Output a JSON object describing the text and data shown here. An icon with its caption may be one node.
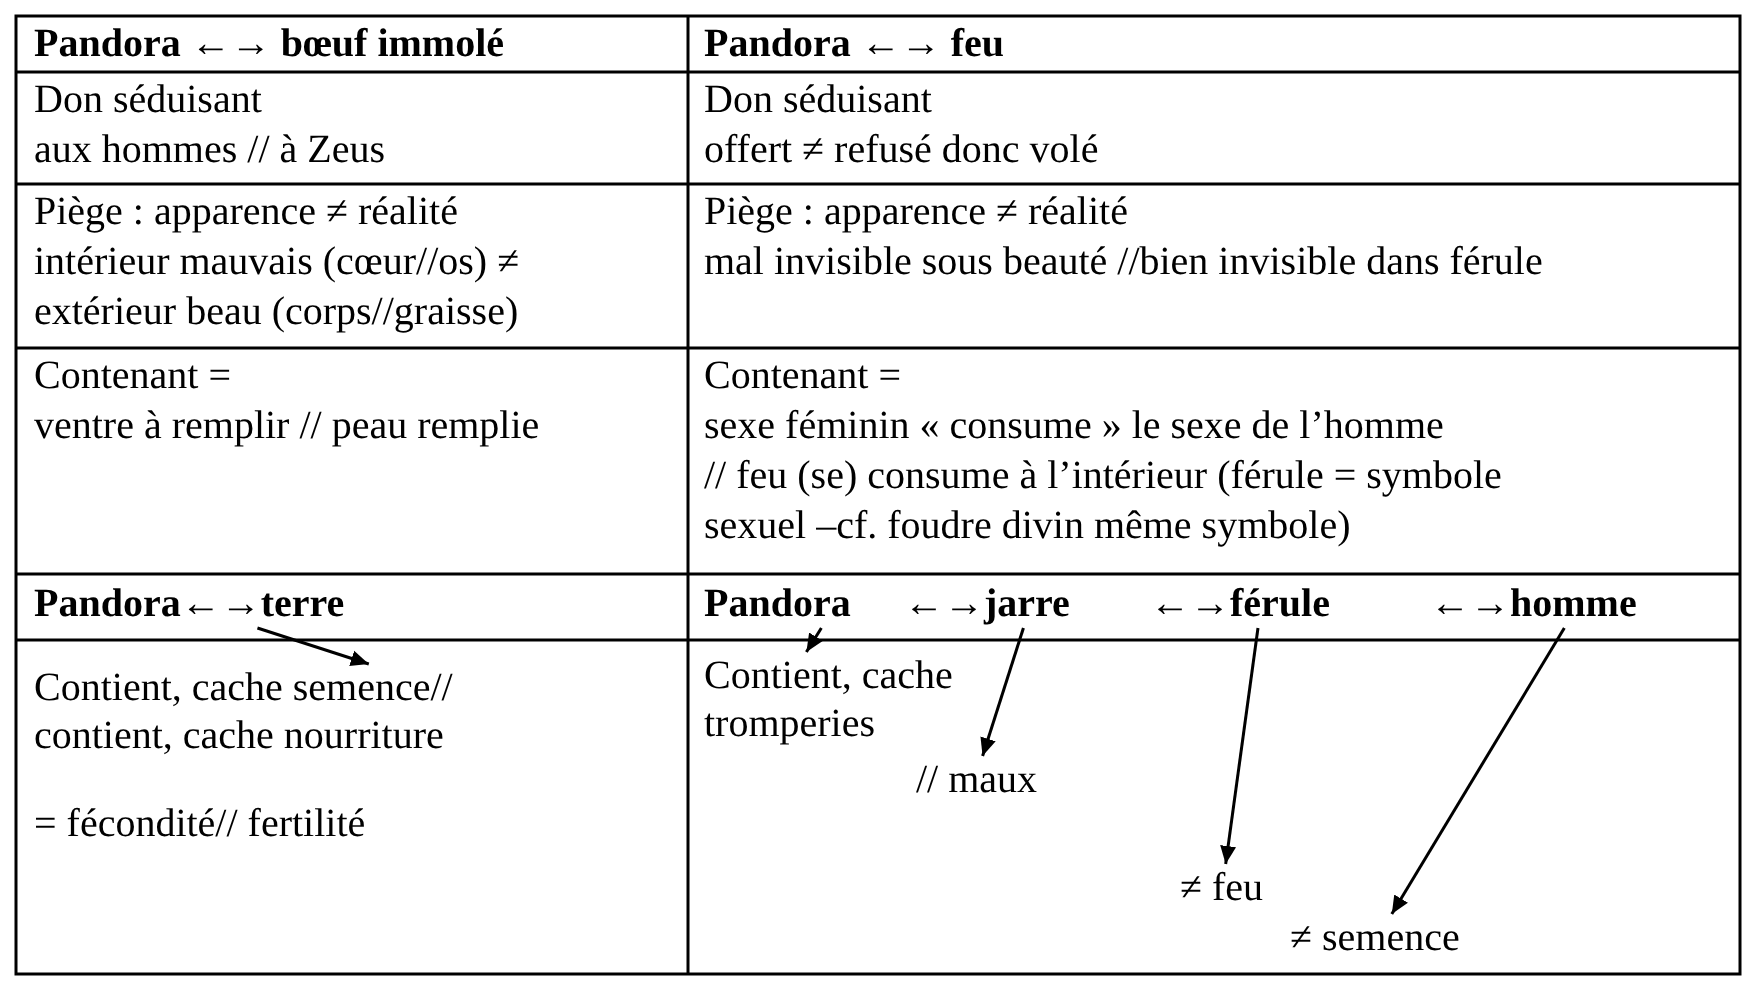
{
  "diagram": {
    "nodes": [
      {
        "text": [
          "Pandora←→terre"
        ]
      },
      {
        "text": [
          "Contient, cache semence// contient, cache nourriture"
        ]
      },
      {
        "text": [
          "Pandora"
        ]
      },
      {
        "text": [
          "←→jarre"
        ]
      },
      {
        "text": [
          "←→férule"
        ]
      },
      {
        "text": [
          "←→homme"
        ]
      },
      {
        "text": [
          "Contient, cache tromperies"
        ]
      },
      {
        "text": [
          "// maux"
        ]
      },
      {
        "text": [
          "≠ feu"
        ]
      },
      {
        "text": [
          "≠ semence"
        ]
      }
    ],
    "edges": [
      {
        "from": 0,
        "to": 1,
        "arrow": "to"
      },
      {
        "from": 2,
        "to": 6,
        "arrow": "to"
      },
      {
        "from": 3,
        "to": 7,
        "arrow": "to"
      },
      {
        "from": 4,
        "to": 8,
        "arrow": "to"
      },
      {
        "from": 5,
        "to": 9,
        "arrow": "to"
      }
    ],
    "labels": [
      "Pandora ←→ bœuf immolé",
      "Pandora ←→ feu",
      "Don séduisant",
      "aux hommes // à Zeus",
      "Don séduisant",
      "offert ≠ refusé donc volé",
      "Piège : apparence ≠ réalité",
      "intérieur mauvais (cœur//os) ≠",
      "extérieur beau (corps//graisse)",
      "Piège : apparence ≠ réalité",
      "mal invisible sous beauté //bien invisible dans férule",
      "Contenant =",
      "ventre à remplir // peau remplie",
      "Contenant =",
      "sexe féminin « consume » le sexe de l’homme",
      "// feu (se) consume à l’intérieur (férule = symbole",
      "sexuel –cf. foudre divin même symbole)",
      "= fécondité// fertilité"
    ]
  }
}
